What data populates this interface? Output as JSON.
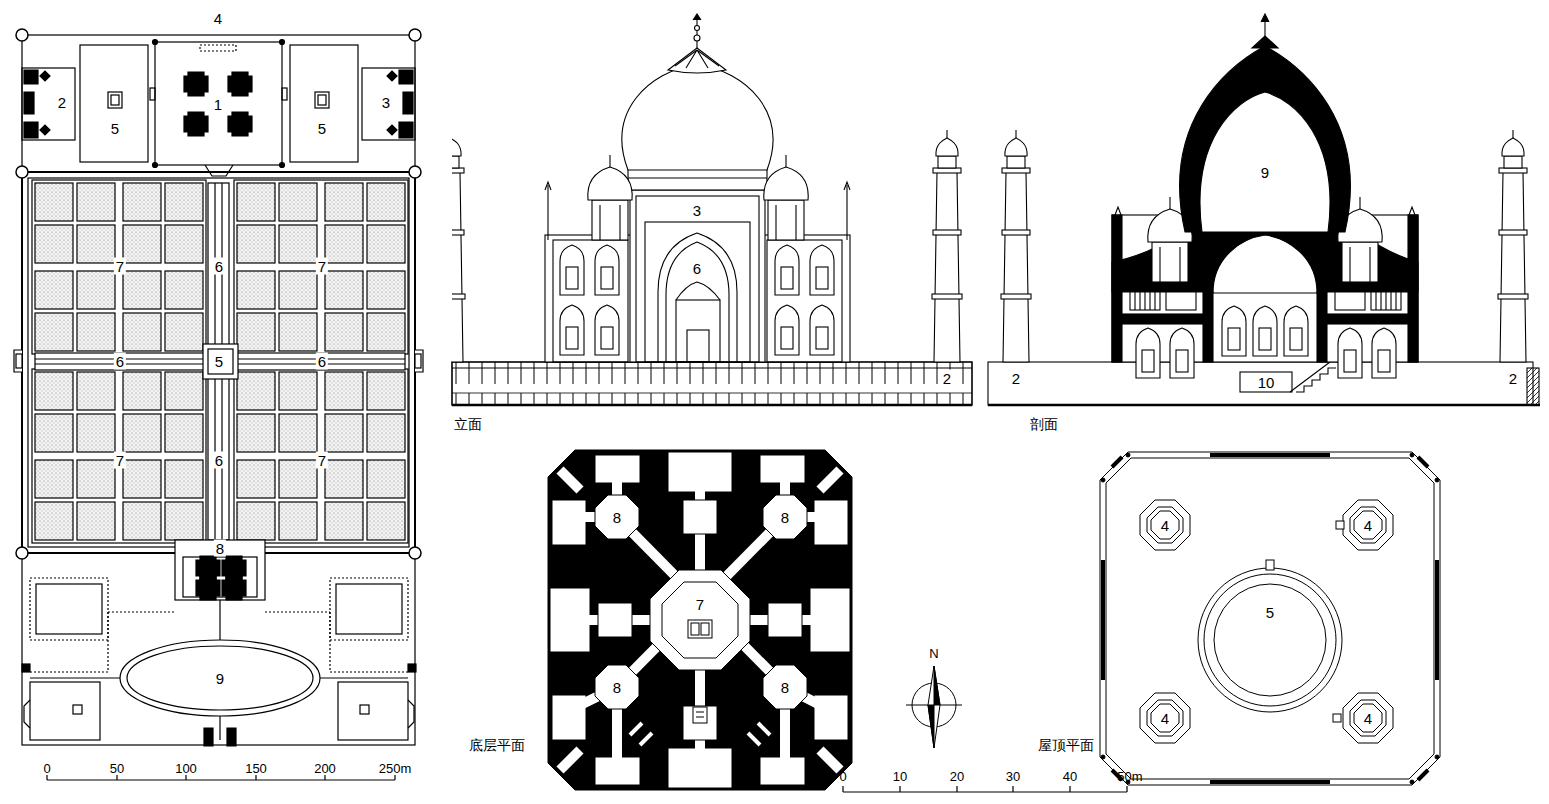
{
  "diagram": {
    "labels": [
      "4",
      "2",
      "1",
      "3",
      "5",
      "5",
      "7",
      "6",
      "7",
      "6",
      "5",
      "6",
      "7",
      "6",
      "7",
      "8",
      "9",
      "0",
      "50",
      "100",
      "150",
      "200",
      "250m",
      "3",
      "6",
      "2",
      "立面",
      "9",
      "2",
      "2",
      "10",
      "剖面",
      "8",
      "8",
      "7",
      "8",
      "8",
      "底层平面",
      "N",
      "0",
      "10",
      "20",
      "30",
      "40",
      "50m",
      "4",
      "4",
      "5",
      "4",
      "4",
      "屋顶平面"
    ]
  }
}
